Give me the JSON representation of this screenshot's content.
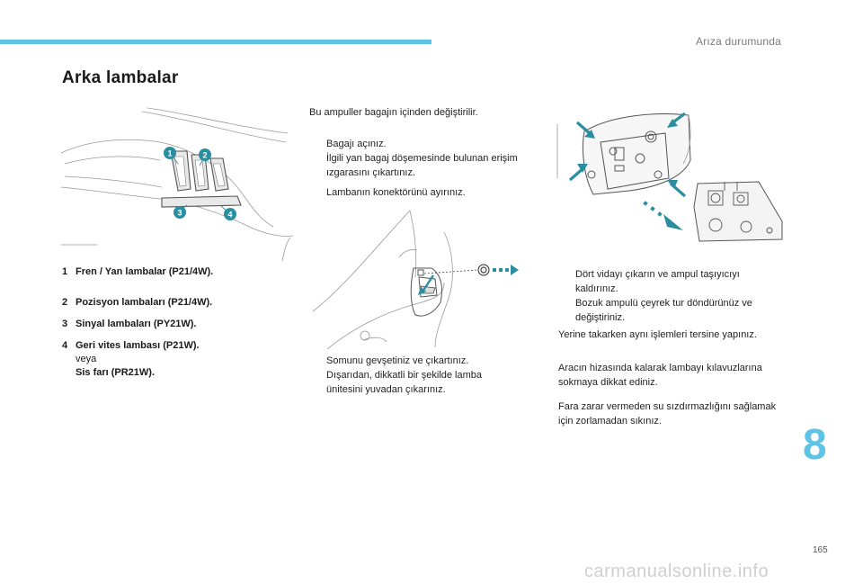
{
  "header": {
    "section_title": "Arıza durumunda",
    "accent_color": "#5ec3e4"
  },
  "page_heading": "Arka lambalar",
  "intro": "Bu ampuller bagajın içinden değiştirilir.",
  "steps_1": [
    "Bagajı açınız.",
    "İlgili yan bagaj döşemesinde bulunan erişim ızgarasını çıkartınız.",
    "Lambanın konektörünü ayırınız."
  ],
  "steps_2": [
    "Somunu gevşetiniz ve çıkartınız.",
    "Dışarıdan, dikkatli bir şekilde lamba ünitesini yuvadan çıkarınız."
  ],
  "steps_3": [
    "Dört vidayı çıkarın ve ampul taşıyıcıyı kaldırınız.",
    "Bozuk ampulü çeyrek tur döndürünüz ve değiştiriniz."
  ],
  "notes": [
    "Yerine takarken aynı işlemleri tersine yapınız.",
    "Aracın hizasında kalarak lambayı kılavuzlarına sokmaya dikkat ediniz.",
    "Fara zarar vermeden su sızdırmazlığını sağlamak için zorlamadan sıkınız."
  ],
  "legend": [
    {
      "num": "1",
      "label": "Fren / Yan lambalar (P21/4W)."
    },
    {
      "num": "2",
      "label": "Pozisyon lambaları (P21/4W)."
    },
    {
      "num": "3",
      "label": "Sinyal lambaları (PY21W)."
    },
    {
      "num": "4",
      "label": "Geri vites lambası (P21W).",
      "or": "veya",
      "alt": "Sis farı (PR21W)."
    }
  ],
  "callouts": [
    "1",
    "2",
    "3",
    "4"
  ],
  "chapter_number": "8",
  "page_number": "165",
  "watermark": "carmanualsonline.info",
  "bullet_glyph": "",
  "icons": {
    "bullet": "arrow-bullet-icon",
    "callout": "numbered-callout-icon"
  }
}
